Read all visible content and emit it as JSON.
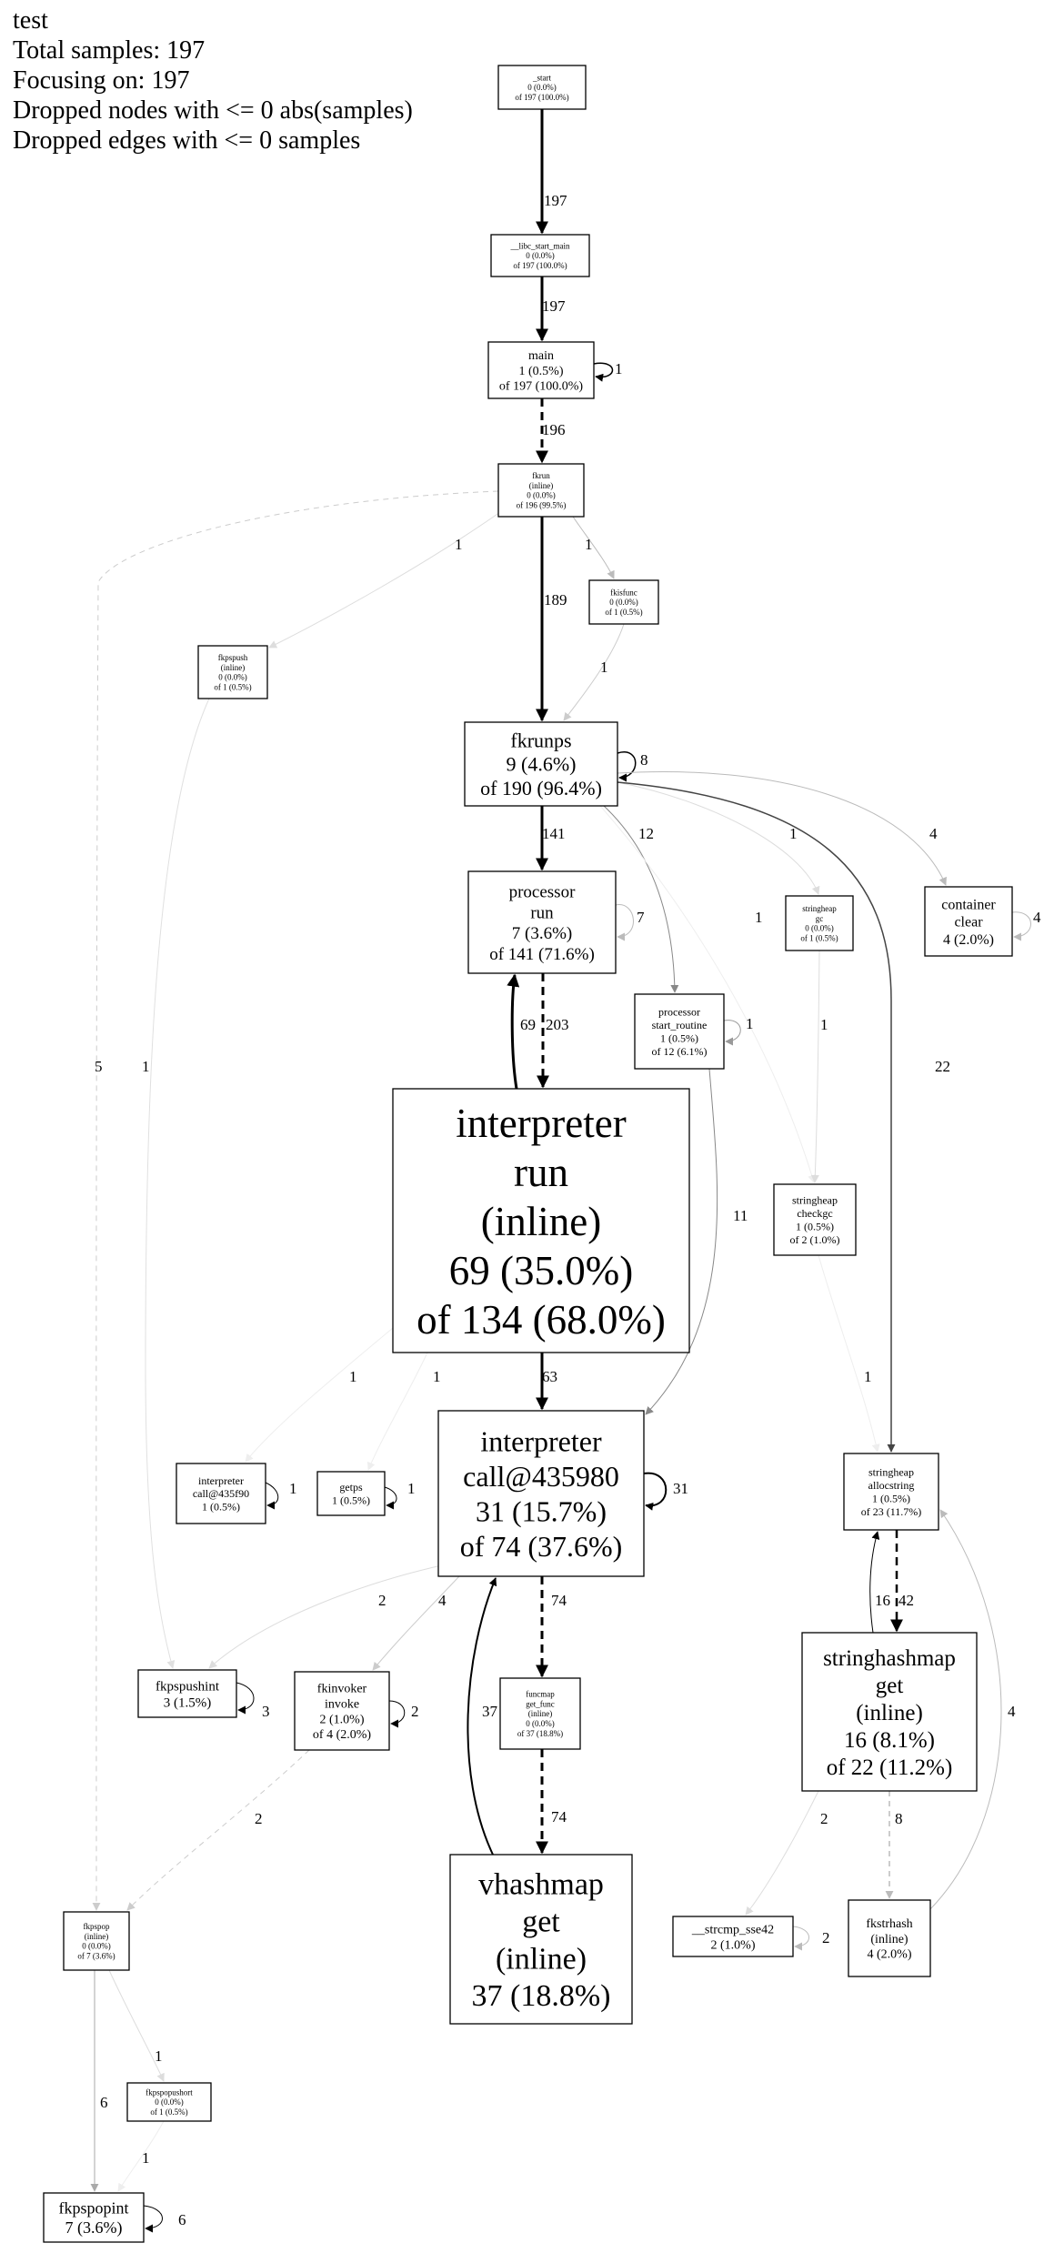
{
  "header": {
    "title": "test",
    "total_samples": "Total samples: 197",
    "focusing_on": "Focusing on: 197",
    "dropped_nodes": "Dropped nodes with <= 0 abs(samples)",
    "dropped_edges": "Dropped edges with <= 0 samples"
  },
  "nodes": [
    {
      "id": "start",
      "lines": [
        "_start",
        "0 (0.0%)",
        "of 197 (100.0%)"
      ]
    },
    {
      "id": "libc_start_main",
      "lines": [
        "__libc_start_main",
        "0 (0.0%)",
        "of 197 (100.0%)"
      ]
    },
    {
      "id": "main",
      "lines": [
        "main",
        "1 (0.5%)",
        "of 197 (100.0%)"
      ]
    },
    {
      "id": "fkrun",
      "lines": [
        "fkrun",
        "(inline)",
        "0 (0.0%)",
        "of 196 (99.5%)"
      ]
    },
    {
      "id": "fkisfunc",
      "lines": [
        "fkisfunc",
        "0 (0.0%)",
        "of 1 (0.5%)"
      ]
    },
    {
      "id": "fkpspush",
      "lines": [
        "fkpspush",
        "(inline)",
        "0 (0.0%)",
        "of 1 (0.5%)"
      ]
    },
    {
      "id": "fkrunps",
      "lines": [
        "fkrunps",
        "9 (4.6%)",
        "of 190 (96.4%)"
      ]
    },
    {
      "id": "processor_run",
      "lines": [
        "processor",
        "run",
        "7 (3.6%)",
        "of 141 (71.6%)"
      ]
    },
    {
      "id": "stringheap_gc",
      "lines": [
        "stringheap",
        "gc",
        "0 (0.0%)",
        "of 1 (0.5%)"
      ]
    },
    {
      "id": "container_clear",
      "lines": [
        "container",
        "clear",
        "4 (2.0%)"
      ]
    },
    {
      "id": "processor_start_routine",
      "lines": [
        "processor",
        "start_routine",
        "1 (0.5%)",
        "of 12 (6.1%)"
      ]
    },
    {
      "id": "interpreter_run",
      "lines": [
        "interpreter",
        "run",
        "(inline)",
        "69 (35.0%)",
        "of 134 (68.0%)"
      ]
    },
    {
      "id": "stringheap_checkgc",
      "lines": [
        "stringheap",
        "checkgc",
        "1 (0.5%)",
        "of 2 (1.0%)"
      ]
    },
    {
      "id": "interpreter_call_435f90",
      "lines": [
        "interpreter",
        "call@435f90",
        "1 (0.5%)"
      ]
    },
    {
      "id": "getps",
      "lines": [
        "getps",
        "1 (0.5%)"
      ]
    },
    {
      "id": "interpreter_call_435980",
      "lines": [
        "interpreter",
        "call@435980",
        "31 (15.7%)",
        "of 74 (37.6%)"
      ]
    },
    {
      "id": "stringheap_allocstring",
      "lines": [
        "stringheap",
        "allocstring",
        "1 (0.5%)",
        "of 23 (11.7%)"
      ]
    },
    {
      "id": "fkpspushint",
      "lines": [
        "fkpspushint",
        "3 (1.5%)"
      ]
    },
    {
      "id": "fkinvoker_invoke",
      "lines": [
        "fkinvoker",
        "invoke",
        "2 (1.0%)",
        "of 4 (2.0%)"
      ]
    },
    {
      "id": "funcmap_get_func",
      "lines": [
        "funcmap",
        "get_func",
        "(inline)",
        "0 (0.0%)",
        "of 37 (18.8%)"
      ]
    },
    {
      "id": "stringhashmap_get",
      "lines": [
        "stringhashmap",
        "get",
        "(inline)",
        "16 (8.1%)",
        "of 22 (11.2%)"
      ]
    },
    {
      "id": "fkpspop",
      "lines": [
        "fkpspop",
        "(inline)",
        "0 (0.0%)",
        "of 7 (3.6%)"
      ]
    },
    {
      "id": "vhashmap_get",
      "lines": [
        "vhashmap",
        "get",
        "(inline)",
        "37 (18.8%)"
      ]
    },
    {
      "id": "strcmp_sse42",
      "lines": [
        "__strcmp_sse42",
        "2 (1.0%)"
      ]
    },
    {
      "id": "fkstrhash",
      "lines": [
        "fkstrhash",
        "(inline)",
        "4 (2.0%)"
      ]
    },
    {
      "id": "fkpspopushort",
      "lines": [
        "fkpspopushort",
        "0 (0.0%)",
        "of 1 (0.5%)"
      ]
    },
    {
      "id": "fkpspopint",
      "lines": [
        "fkpspopint",
        "7 (3.6%)"
      ]
    }
  ],
  "edges": [
    {
      "from": "start",
      "to": "libc_start_main",
      "label": "197"
    },
    {
      "from": "libc_start_main",
      "to": "main",
      "label": "197"
    },
    {
      "from": "main",
      "to": "main",
      "label": "1"
    },
    {
      "from": "main",
      "to": "fkrun",
      "label": "196"
    },
    {
      "from": "fkrun",
      "to": "fkrunps",
      "label": "189"
    },
    {
      "from": "fkrun",
      "to": "fkisfunc",
      "label": "1"
    },
    {
      "from": "fkrun",
      "to": "fkpspush",
      "label": "1"
    },
    {
      "from": "fkrun",
      "to": "fkpspop",
      "label": "5"
    },
    {
      "from": "fkisfunc",
      "to": "fkrunps",
      "label": "1"
    },
    {
      "from": "fkpspush",
      "to": "fkpspushint",
      "label": "1"
    },
    {
      "from": "fkrunps",
      "to": "fkrunps",
      "label": "8"
    },
    {
      "from": "fkrunps",
      "to": "processor_run",
      "label": "141"
    },
    {
      "from": "fkrunps",
      "to": "processor_start_routine",
      "label": "12"
    },
    {
      "from": "fkrunps",
      "to": "stringheap_gc",
      "label": "1"
    },
    {
      "from": "fkrunps",
      "to": "stringheap_checkgc",
      "label": "1"
    },
    {
      "from": "fkrunps",
      "to": "container_clear",
      "label": "4"
    },
    {
      "from": "fkrunps",
      "to": "stringheap_allocstring",
      "label": "22"
    },
    {
      "from": "container_clear",
      "to": "container_clear",
      "label": "4"
    },
    {
      "from": "processor_run",
      "to": "processor_run",
      "label": "7"
    },
    {
      "from": "processor_run",
      "to": "interpreter_run",
      "label": "203"
    },
    {
      "from": "interpreter_run",
      "to": "processor_run",
      "label": "69"
    },
    {
      "from": "processor_start_routine",
      "to": "processor_start_routine",
      "label": "1"
    },
    {
      "from": "processor_start_routine",
      "to": "interpreter_call_435980",
      "label": "11"
    },
    {
      "from": "stringheap_gc",
      "to": "stringheap_checkgc",
      "label": "1"
    },
    {
      "from": "stringheap_checkgc",
      "to": "stringheap_allocstring",
      "label": "1"
    },
    {
      "from": "interpreter_run",
      "to": "interpreter_call_435980",
      "label": "63"
    },
    {
      "from": "interpreter_run",
      "to": "interpreter_call_435f90",
      "label": "1"
    },
    {
      "from": "interpreter_run",
      "to": "getps",
      "label": "1"
    },
    {
      "from": "interpreter_call_435f90",
      "to": "interpreter_call_435f90",
      "label": "1"
    },
    {
      "from": "getps",
      "to": "getps",
      "label": "1"
    },
    {
      "from": "interpreter_call_435980",
      "to": "interpreter_call_435980",
      "label": "31"
    },
    {
      "from": "interpreter_call_435980",
      "to": "fkpspushint",
      "label": "2"
    },
    {
      "from": "interpreter_call_435980",
      "to": "fkinvoker_invoke",
      "label": "4"
    },
    {
      "from": "interpreter_call_435980",
      "to": "funcmap_get_func",
      "label": "74"
    },
    {
      "from": "vhashmap_get",
      "to": "interpreter_call_435980",
      "label": "37"
    },
    {
      "from": "funcmap_get_func",
      "to": "vhashmap_get",
      "label": "74"
    },
    {
      "from": "fkpspushint",
      "to": "fkpspushint",
      "label": "3"
    },
    {
      "from": "fkinvoker_invoke",
      "to": "fkinvoker_invoke",
      "label": "2"
    },
    {
      "from": "fkinvoker_invoke",
      "to": "fkpspop",
      "label": "2"
    },
    {
      "from": "stringheap_allocstring",
      "to": "stringhashmap_get",
      "label": "42"
    },
    {
      "from": "stringhashmap_get",
      "to": "stringheap_allocstring",
      "label": "16"
    },
    {
      "from": "fkstrhash",
      "to": "stringheap_allocstring",
      "label": "4"
    },
    {
      "from": "stringhashmap_get",
      "to": "strcmp_sse42",
      "label": "2"
    },
    {
      "from": "stringhashmap_get",
      "to": "fkstrhash",
      "label": "8"
    },
    {
      "from": "strcmp_sse42",
      "to": "strcmp_sse42",
      "label": "2"
    },
    {
      "from": "fkpspop",
      "to": "fkpspopint",
      "label": "6"
    },
    {
      "from": "fkpspop",
      "to": "fkpspopushort",
      "label": "1"
    },
    {
      "from": "fkpspopushort",
      "to": "fkpspopint",
      "label": "1"
    },
    {
      "from": "fkpspopint",
      "to": "fkpspopint",
      "label": "6"
    }
  ]
}
